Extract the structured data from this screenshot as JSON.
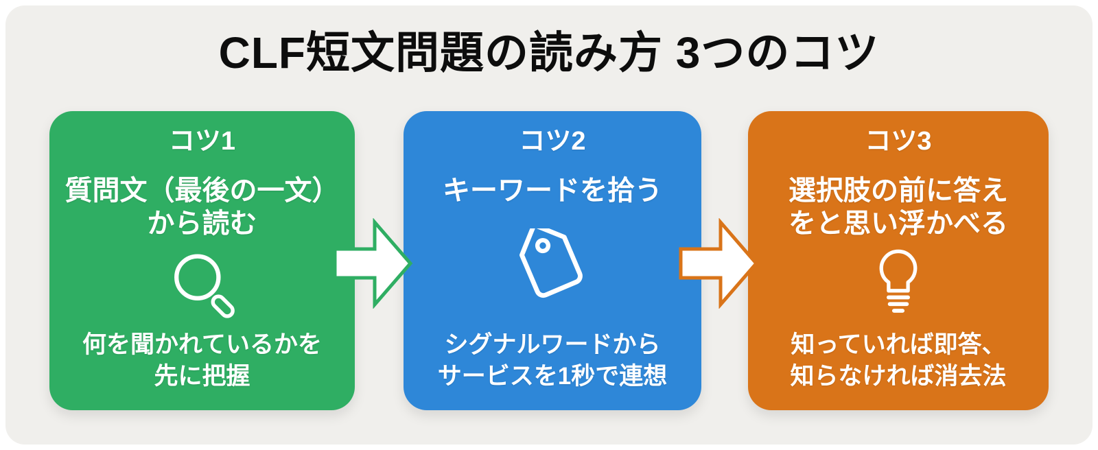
{
  "page": {
    "title": "CLF短文問題の読み方 3つのコツ"
  },
  "colors": {
    "outer_background": "#ffffff",
    "canvas_background": "#f0efec",
    "title_text": "#0d0d0d",
    "card_green": "#2fae63",
    "card_blue": "#2e87d8",
    "card_orange": "#d97419",
    "card_text": "#ffffff"
  },
  "cards": [
    {
      "label": "コツ1",
      "heading": "質問文（最後の一文）\nから読む",
      "icon": "magnifier-icon",
      "note": "何を聞かれているかを\n先に把握",
      "color": "#2fae63"
    },
    {
      "label": "コツ2",
      "heading": "キーワードを拾う",
      "icon": "tag-icon",
      "note": "シグナルワードから\nサービスを1秒で連想",
      "color": "#2e87d8"
    },
    {
      "label": "コツ3",
      "heading": "選択肢の前に答え\nをと思い浮かべる",
      "icon": "lightbulb-icon",
      "note": "知っていれば即答、\n知らなければ消去法",
      "color": "#d97419"
    }
  ],
  "arrows": [
    {
      "direction": "right",
      "outline": "#2fae63"
    },
    {
      "direction": "right",
      "outline": "#d97419"
    }
  ]
}
